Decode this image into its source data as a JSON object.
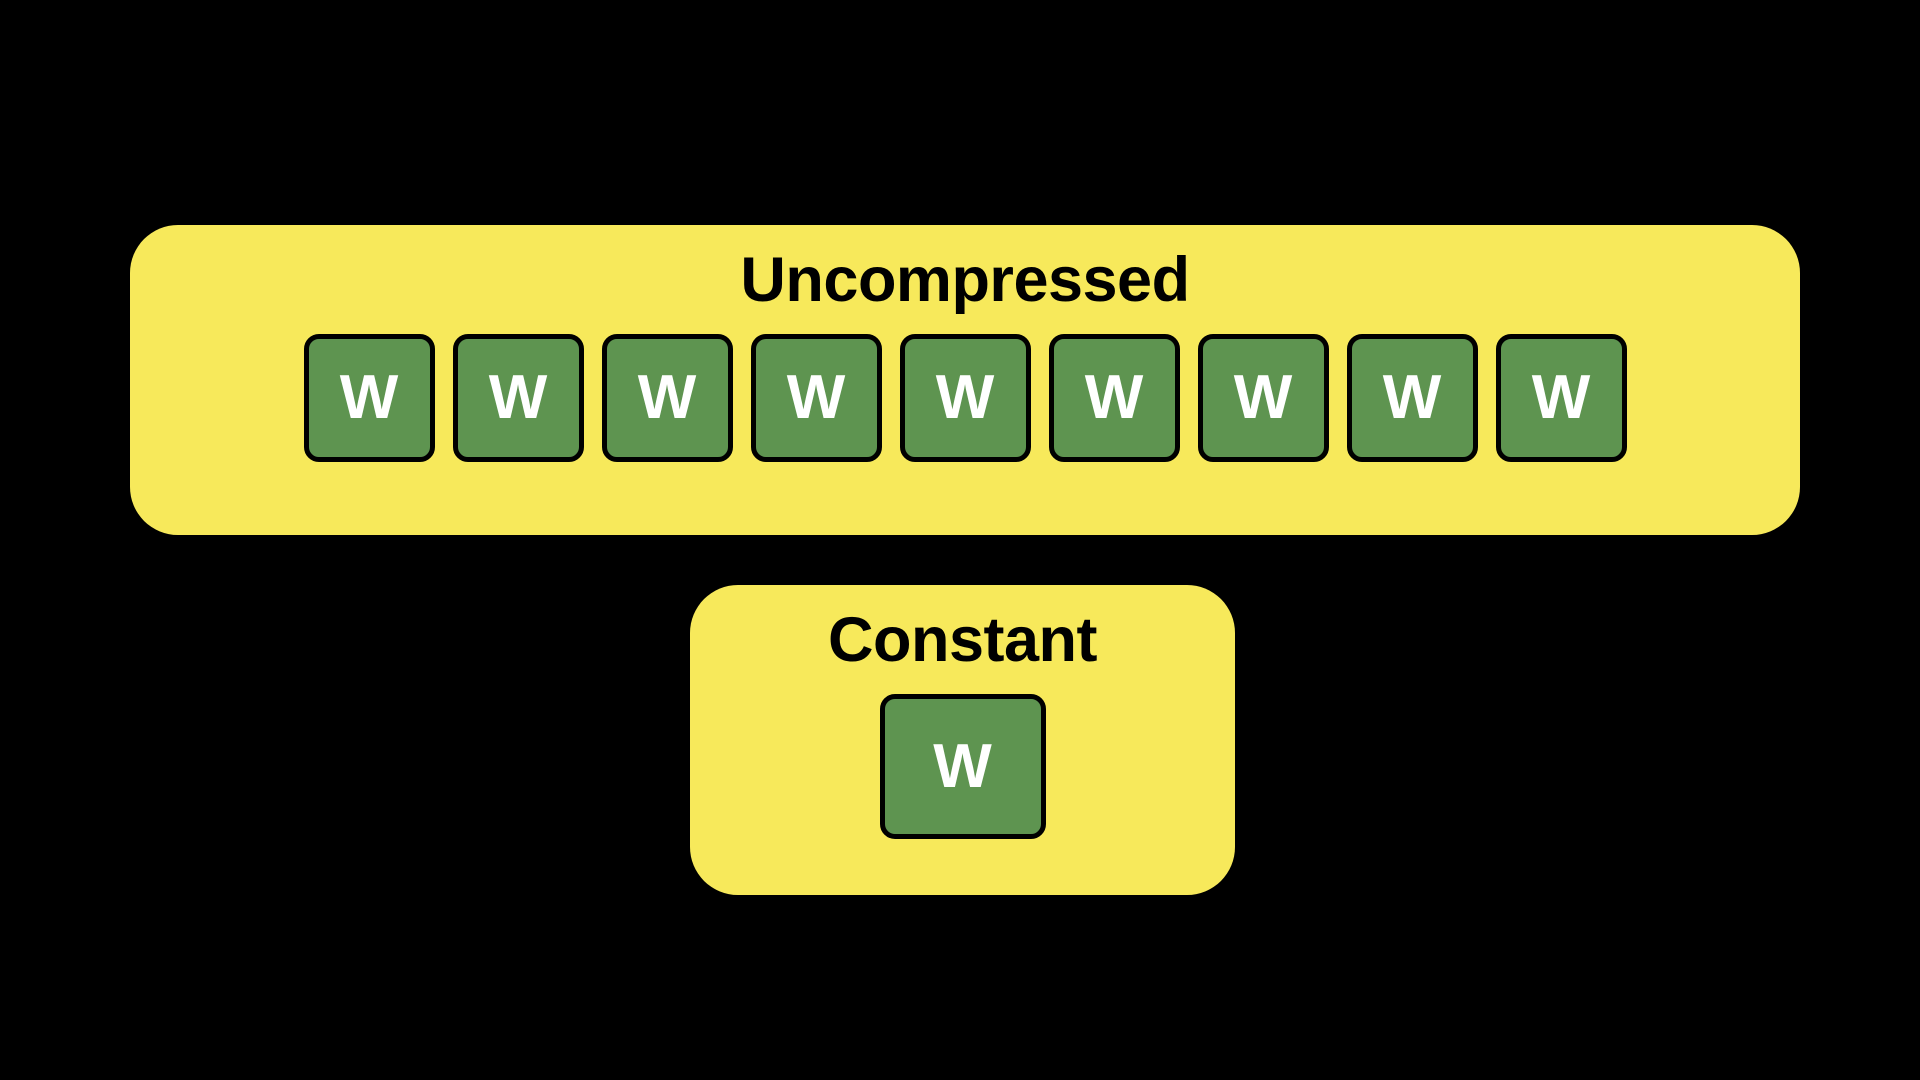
{
  "background_color": "#000000",
  "theme": {
    "panel_fill": "#F7E95B",
    "cell_fill": "#5E9450",
    "cell_stroke": "#000000",
    "cell_text_color": "#FFFFFF",
    "title_color": "#000000"
  },
  "panels": [
    {
      "id": "uncompressed",
      "title": "Uncompressed",
      "cell_count": 9,
      "cells": [
        {
          "label": "W"
        },
        {
          "label": "W"
        },
        {
          "label": "W"
        },
        {
          "label": "W"
        },
        {
          "label": "W"
        },
        {
          "label": "W"
        },
        {
          "label": "W"
        },
        {
          "label": "W"
        },
        {
          "label": "W"
        }
      ]
    },
    {
      "id": "constant",
      "title": "Constant",
      "cell_count": 1,
      "cells": [
        {
          "label": "W"
        }
      ]
    }
  ]
}
